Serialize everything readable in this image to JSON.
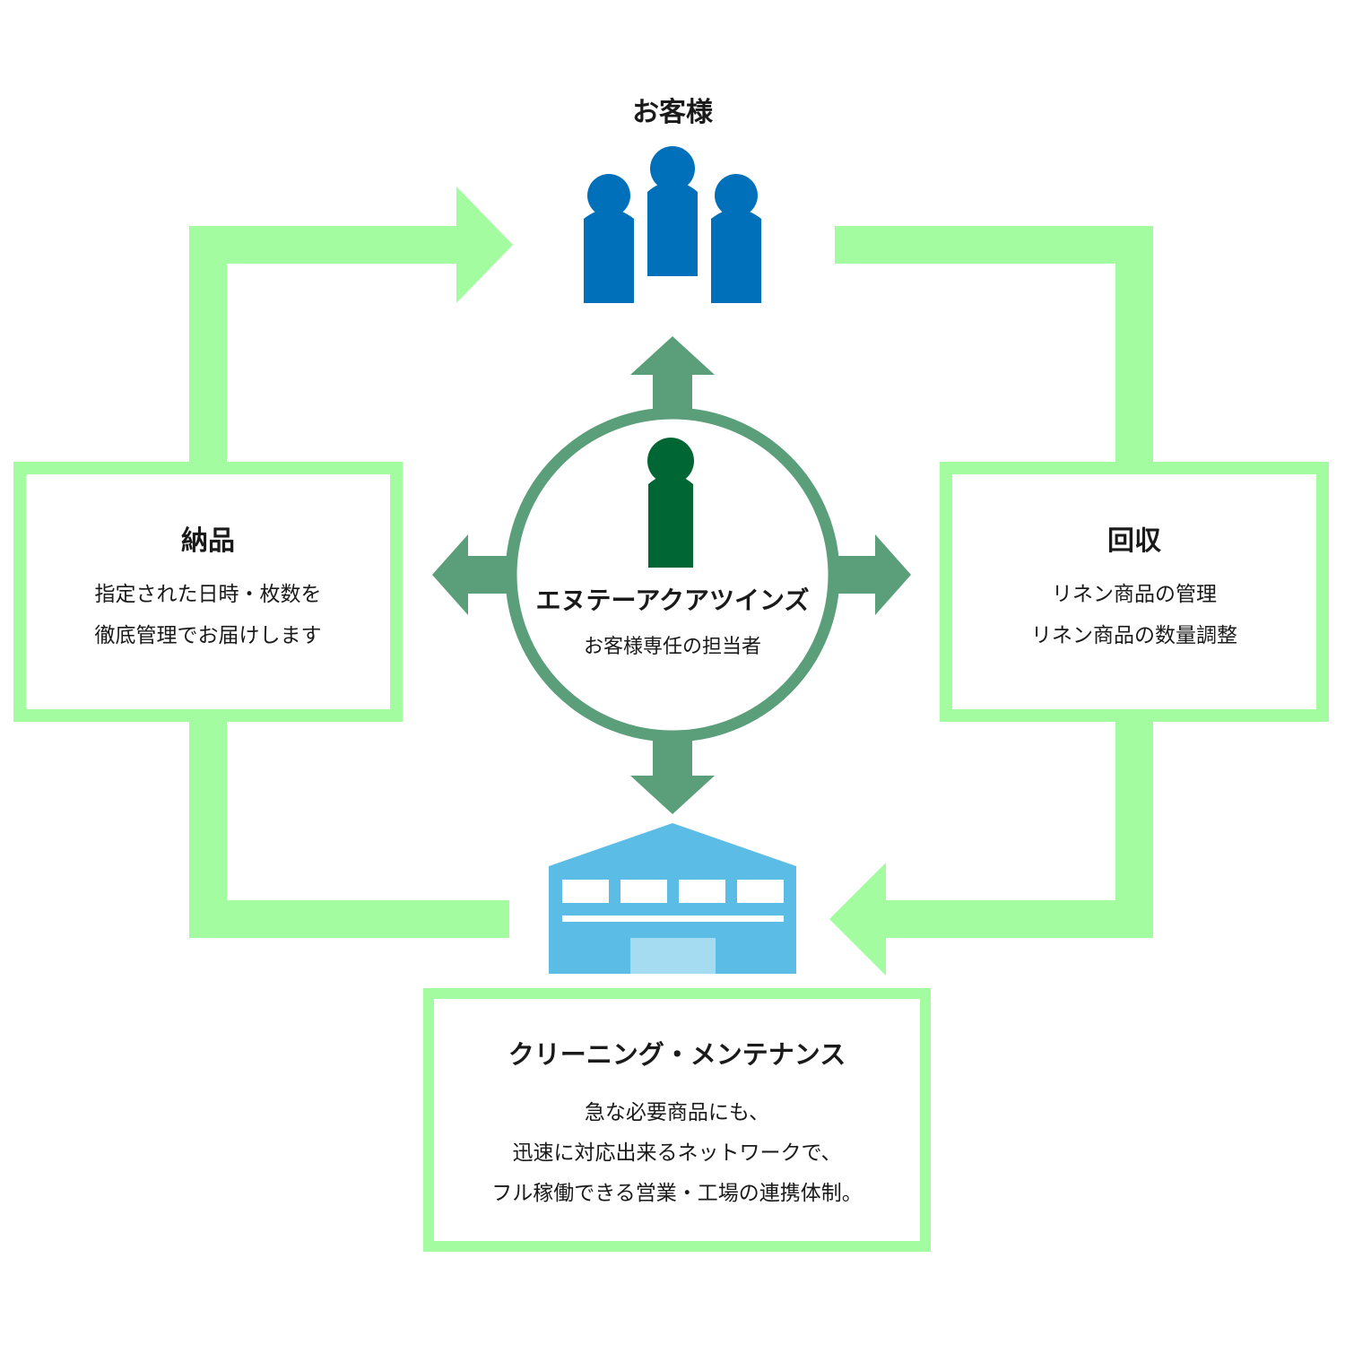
{
  "customer": {
    "label": "お客様"
  },
  "center": {
    "company": "エヌテーアクアツインズ",
    "role": "お客様専任の担当者"
  },
  "delivery": {
    "title": "納品",
    "lines": [
      "指定された日時・枚数を",
      "徹底管理でお届けします"
    ]
  },
  "collection": {
    "title": "回収",
    "lines": [
      "リネン商品の管理",
      "リネン商品の数量調整"
    ]
  },
  "cleaning": {
    "title": "クリーニング・メンテナンス",
    "lines": [
      "急な必要商品にも、",
      "迅速に対応出来るネットワークで、",
      "フル稼働できる営業・工場の連携体制。"
    ]
  },
  "colors": {
    "flow_green": "#a3fda0",
    "center_green": "#5a9e7a",
    "person_dark_green": "#006633",
    "customer_blue": "#0070bb",
    "factory_blue": "#5bbde6",
    "factory_door": "#a6dcf1",
    "text": "#1a1a1a"
  },
  "icons": {
    "customer": "people-group-icon",
    "staff": "person-icon",
    "factory": "factory-building-icon"
  }
}
